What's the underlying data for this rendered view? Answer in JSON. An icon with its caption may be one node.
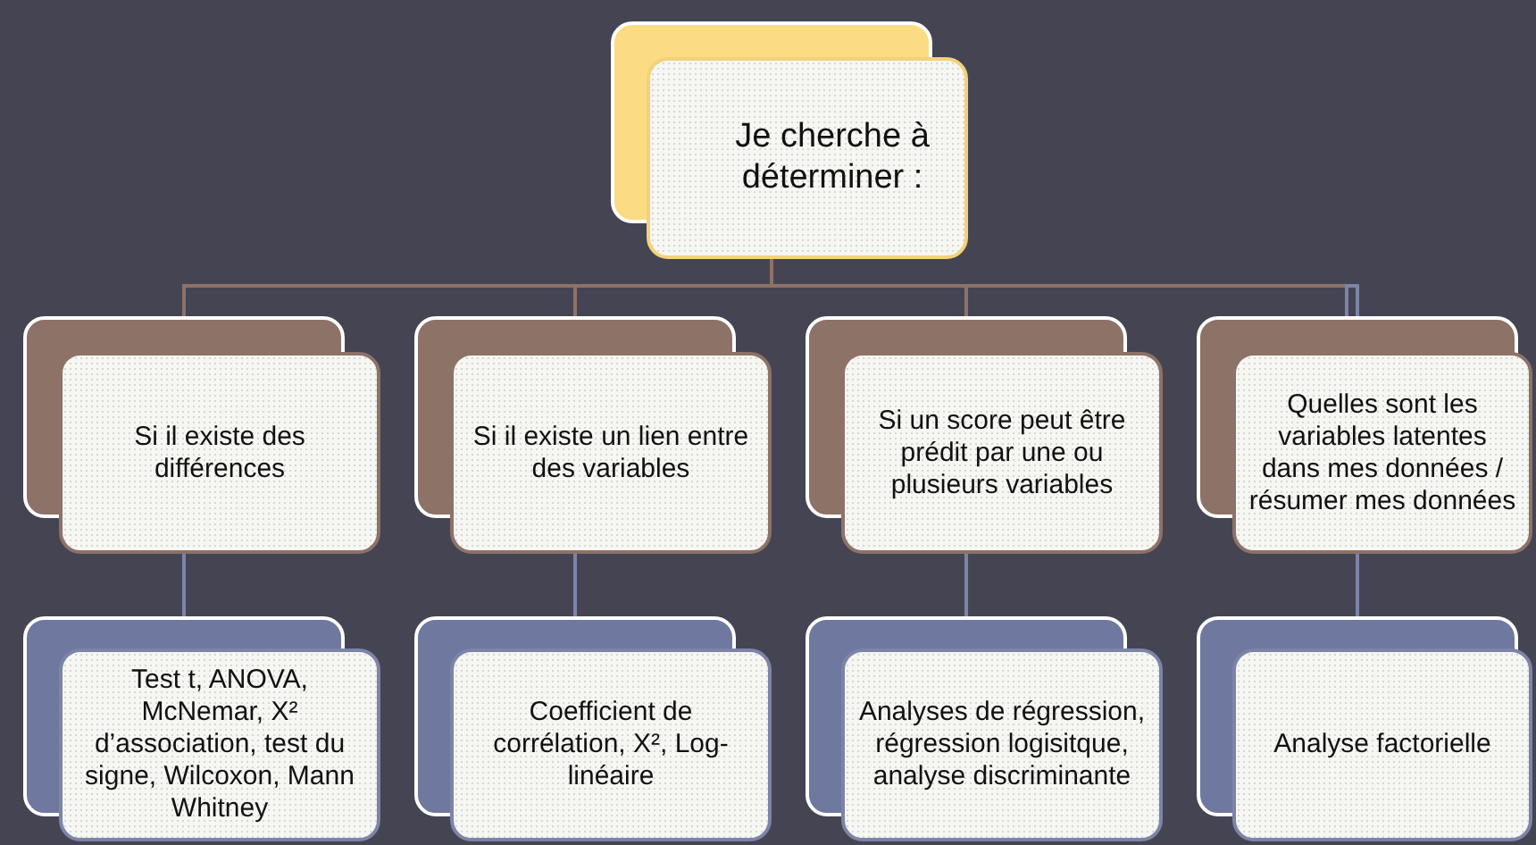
{
  "diagram": {
    "nodes": [
      {
        "text": [
          "Je cherche à déterminer  :"
        ]
      },
      {
        "text": [
          "Si il existe des différences"
        ]
      },
      {
        "text": [
          "Si il existe un lien entre des variables"
        ]
      },
      {
        "text": [
          "Si un score peut être prédit par une  ou plusieurs variables"
        ]
      },
      {
        "text": [
          "Quelles sont les variables latentes dans mes données / résumer mes données"
        ]
      },
      {
        "text": [
          "Test t, ANOVA, McNemar, X² d’association, test du signe, Wilcoxon, Mann Whitney"
        ]
      },
      {
        "text": [
          "Coefficient de corrélation, X², Log-linéaire"
        ]
      },
      {
        "text": [
          "Analyses de régression, régression logisitque, analyse discriminante"
        ]
      },
      {
        "text": [
          "Analyse factorielle"
        ]
      }
    ],
    "edges": [
      {
        "from": 0,
        "to": 1,
        "arrow": "none",
        "color": "#8d7268"
      },
      {
        "from": 0,
        "to": 2,
        "arrow": "none",
        "color": "#8d7268"
      },
      {
        "from": 0,
        "to": 3,
        "arrow": "none",
        "color": "#8d7268"
      },
      {
        "from": 0,
        "to": 4,
        "arrow": "none",
        "color": "#8d7268"
      },
      {
        "from": 1,
        "to": 5,
        "arrow": "none",
        "color": "#7c84a8"
      },
      {
        "from": 2,
        "to": 6,
        "arrow": "none",
        "color": "#7c84a8"
      },
      {
        "from": 3,
        "to": 7,
        "arrow": "none",
        "color": "#7c84a8"
      },
      {
        "from": 4,
        "to": 8,
        "arrow": "none",
        "color": "#7c84a8"
      }
    ]
  }
}
